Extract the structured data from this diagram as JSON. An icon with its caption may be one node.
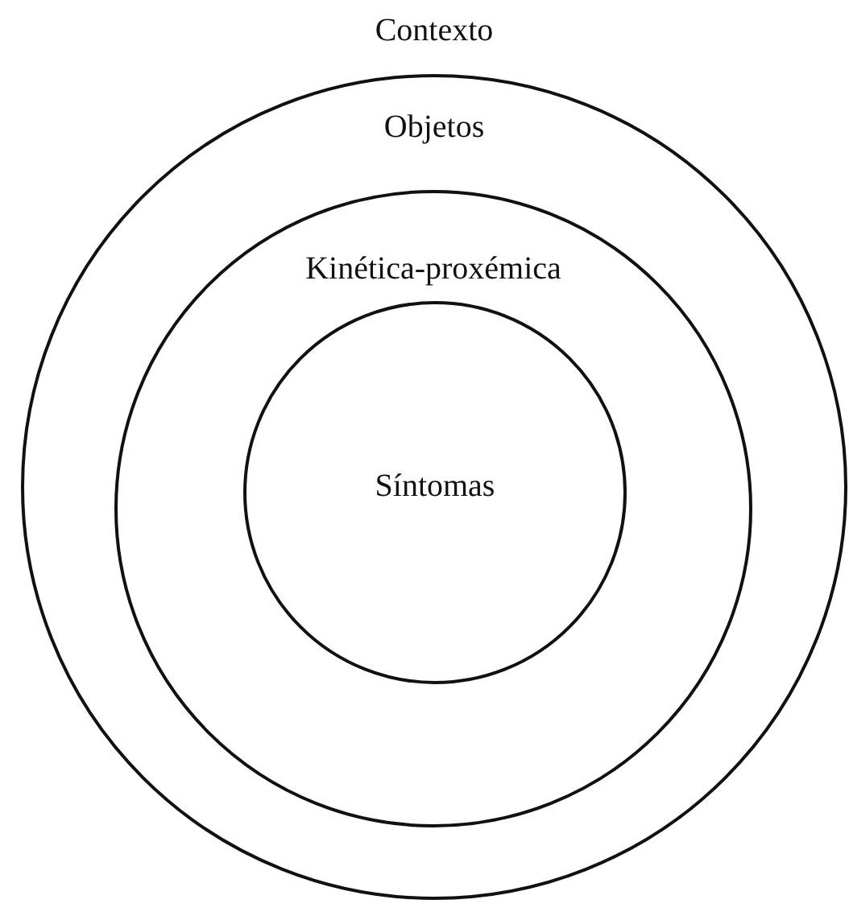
{
  "diagram": {
    "nodes": [
      {
        "text": [
          "Objetos"
        ]
      },
      {
        "text": [
          "Kinética-proxémica"
        ],
        "in": 0
      },
      {
        "text": [
          "Síntomas"
        ],
        "in": 1
      }
    ],
    "labels": [
      "Contexto"
    ]
  }
}
